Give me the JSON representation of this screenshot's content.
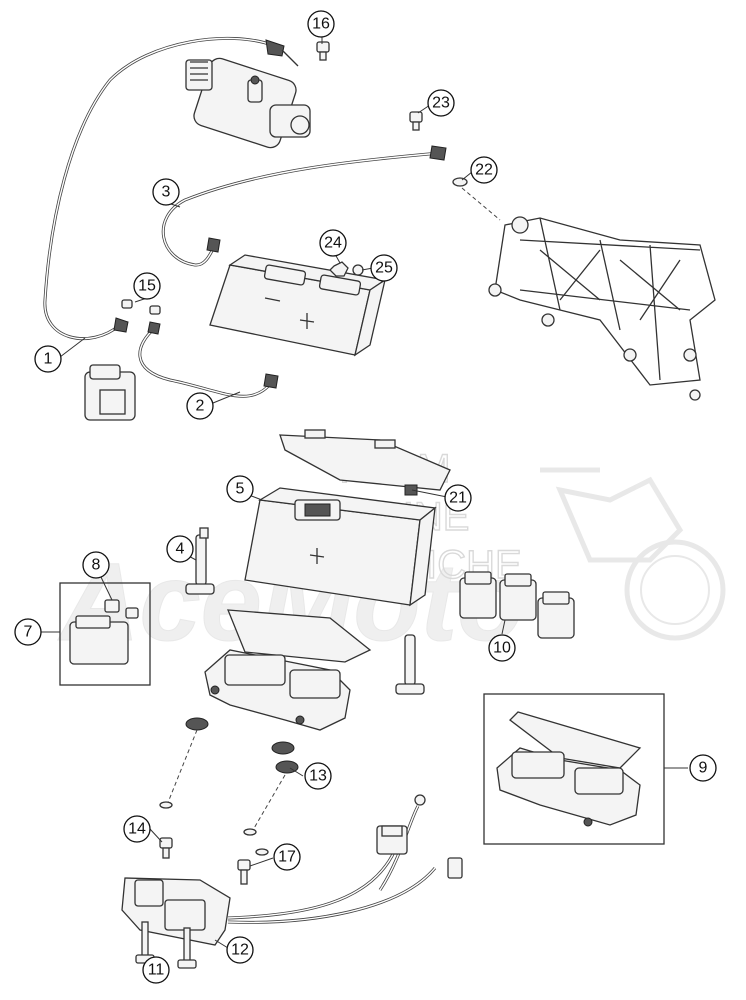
{
  "diagram": {
    "callouts": [
      "1",
      "2",
      "3",
      "4",
      "5",
      "7",
      "8",
      "9",
      "10",
      "11",
      "12",
      "13",
      "14",
      "15",
      "16",
      "17",
      "21",
      "22",
      "23",
      "24",
      "25"
    ]
  },
  "watermark": {
    "line1": "HLSM",
    "line2": "ONLINE",
    "line3": "MICROFICHE",
    "brand": "AceMoto"
  }
}
